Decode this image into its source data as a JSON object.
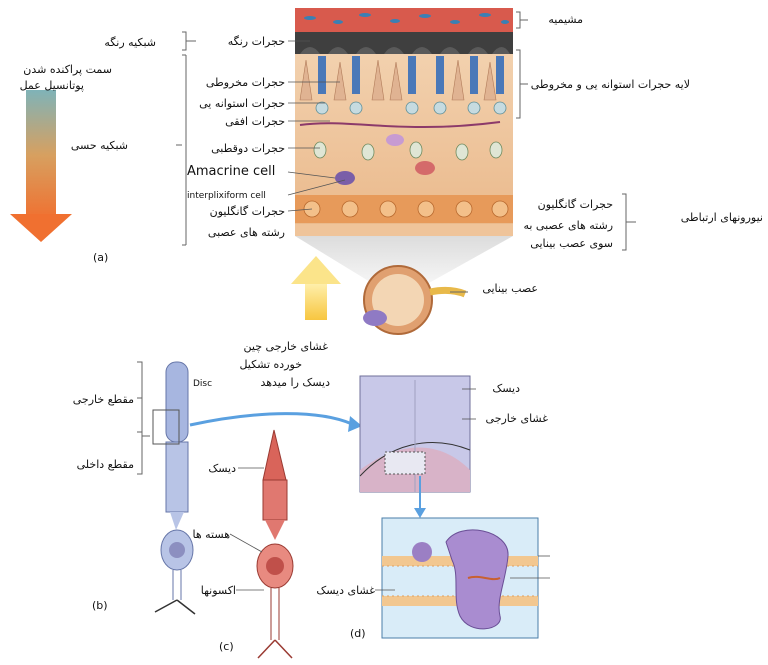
{
  "panels": {
    "a": "(a)",
    "b": "(b)",
    "c": "(c)",
    "d": "(d)"
  },
  "left_side": {
    "pigment_network": "شبکیه رنگه",
    "direction_text_line1": "سمت پراکنده شدن",
    "direction_text_line2": "پوتانسیل عمل",
    "neural_retina": "شبکیه حسی"
  },
  "retina_labels": {
    "pigment_cells": "حجرات رنگه",
    "cone_cells": "حجرات مخروطی",
    "rod_cells": "حجرات استوانه یی",
    "horizontal_cells": "حجرات افقی",
    "bipolar_cells": "حجرات دوقطبی",
    "amacrine": "Amacrine cell",
    "interplexiform": "interplixiform cell",
    "ganglion_cells": "حجرات گانگلیون",
    "nerve_fibers": "رشته های عصبی"
  },
  "right_side": {
    "choroid": "مشیمیه",
    "photoreceptor_layer": "لایه حجرات استوانه یی و مخروطی",
    "ganglion_cells": "حجرات گانگلیون",
    "fibers_line1": "رشته های عصبی به",
    "fibers_line2": "سوی عصب بینایی",
    "connector_neurons": "نیورونهای ارتباطی",
    "optic_nerve": "عصب بینایی"
  },
  "lower": {
    "membrane_line1": "غشای خارجی چین",
    "membrane_line2": "خورده تشکیل",
    "membrane_line3": "دیسک را میدهد",
    "outer_segment": "مقطع خارجی",
    "disc_en": "Disc",
    "inner_segment": "مقطع داخلی",
    "disc": "دیسک",
    "nuclei": "هسته ها",
    "axons": "اکسونها",
    "disc_right": "دیسک",
    "outer_membrane": "غشای خارجی",
    "disc_membrane": "غشای دیسک"
  },
  "colors": {
    "rod": "#a7b6e0",
    "cone": "#d9645a",
    "arrow_orange": "#f07030",
    "arrow_teal": "#7fb3b8",
    "purple": "#9b7fc4"
  }
}
